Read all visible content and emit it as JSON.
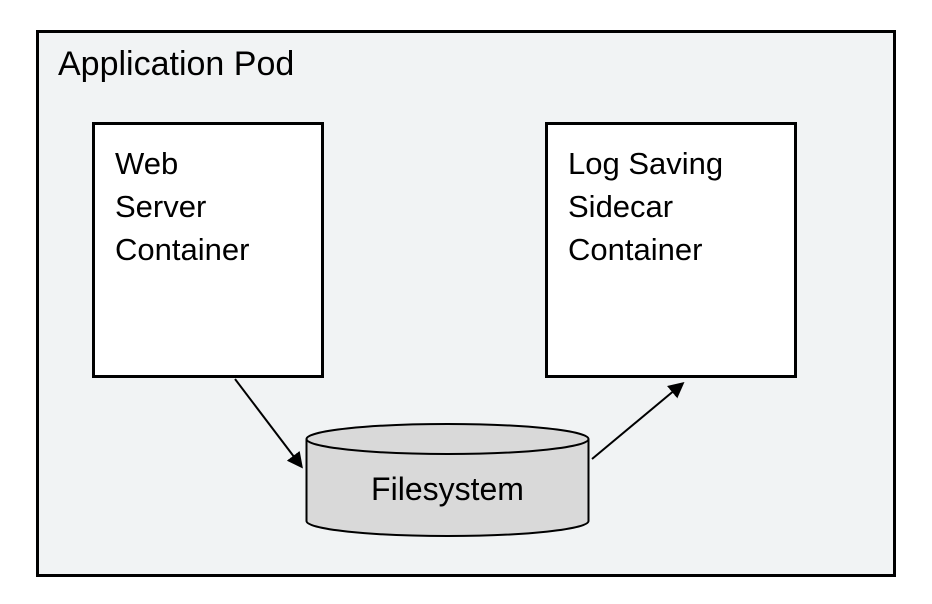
{
  "diagram": {
    "title": "Application Pod",
    "nodes": [
      {
        "id": "web-server-container",
        "label": "Web\nServer\nContainer",
        "shape": "rectangle"
      },
      {
        "id": "log-saving-sidecar-container",
        "label": "Log Saving\nSidecar\nContainer",
        "shape": "rectangle"
      },
      {
        "id": "filesystem",
        "label": "Filesystem",
        "shape": "cylinder"
      }
    ],
    "edges": [
      {
        "from": "web-server-container",
        "to": "filesystem"
      },
      {
        "from": "filesystem",
        "to": "log-saving-sidecar-container"
      }
    ],
    "colors": {
      "pod_background": "#f1f3f4",
      "node_background": "#ffffff",
      "cylinder_fill": "#d9d9d9",
      "border": "#000000"
    }
  }
}
